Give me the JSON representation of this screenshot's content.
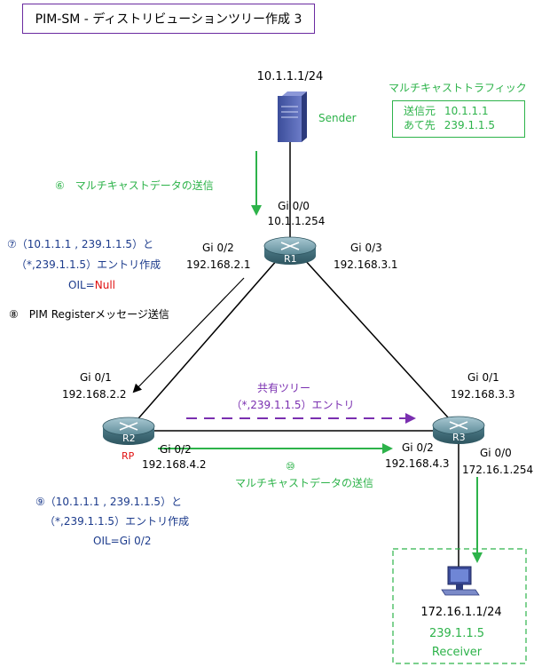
{
  "title": "PIM-SM - ディストリビューションツリー作成 3",
  "sender": {
    "ip": "10.1.1.1/24",
    "label": "Sender"
  },
  "traffic_box": {
    "heading": "マルチキャストトラフィック",
    "src_label": "送信元",
    "src_value": "10.1.1.1",
    "dst_label": "あて先",
    "dst_value": "239.1.1.5"
  },
  "routers": {
    "r1": {
      "name": "R1",
      "gi00": "Gi 0/0",
      "gi00_ip": "10.1.1.254",
      "gi02": "Gi 0/2",
      "gi02_ip": "192.168.2.1",
      "gi03": "Gi 0/3",
      "gi03_ip": "192.168.3.1"
    },
    "r2": {
      "name": "R2",
      "role": "RP",
      "gi01": "Gi 0/1",
      "gi01_ip": "192.168.2.2",
      "gi02": "Gi 0/2",
      "gi02_ip": "192.168.4.2"
    },
    "r3": {
      "name": "R3",
      "gi01": "Gi 0/1",
      "gi01_ip": "192.168.3.3",
      "gi02": "Gi 0/2",
      "gi02_ip": "192.168.4.3",
      "gi00": "Gi 0/0",
      "gi00_ip": "172.16.1.254"
    }
  },
  "steps": {
    "s6": "⑥　マルチキャストデータの送信",
    "s7_line1": "⑦（10.1.1.1 , 239.1.1.5）と",
    "s7_line2": "（*,239.1.1.5）エントリ作成",
    "s7_oil_label": "OIL=",
    "s7_oil_value": "Null",
    "s8": "⑧　PIM Registerメッセージ送信",
    "s9_line1": "⑨（10.1.1.1 , 239.1.1.5）と",
    "s9_line2": "（*,239.1.1.5）エントリ作成",
    "s9_oil": "OIL=Gi 0/2",
    "s10_num": "⑩",
    "s10_text": "マルチキャストデータの送信"
  },
  "shared_tree": {
    "line1": "共有ツリー",
    "line2": "（*,239.1.1.5）エントリ"
  },
  "receiver": {
    "ip": "172.16.1.1/24",
    "group": "239.1.1.5",
    "label": "Receiver"
  },
  "colors": {
    "green": "#2db34a",
    "purple": "#7a2fb0",
    "blue": "#1c3b8c",
    "red": "#e01010",
    "title_border": "#6a2aa0"
  }
}
